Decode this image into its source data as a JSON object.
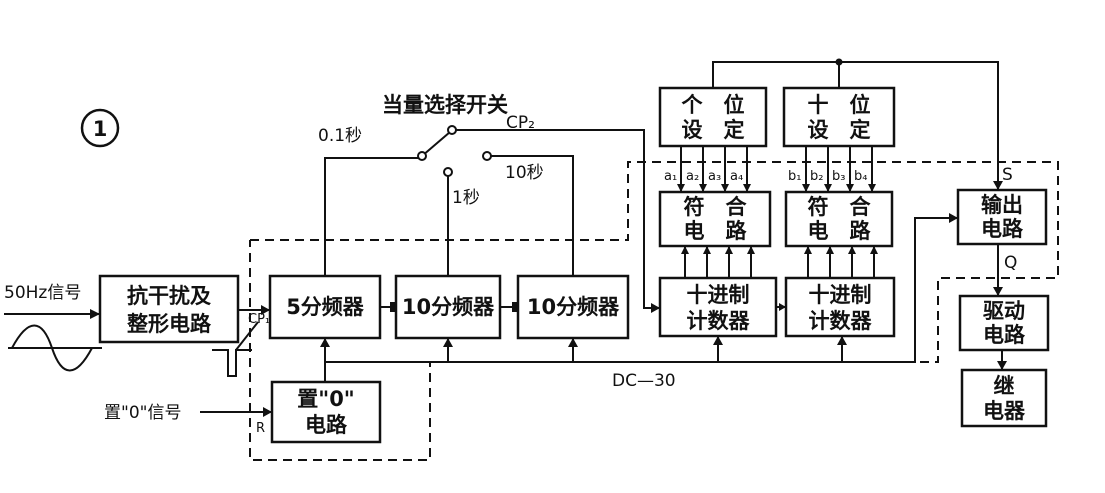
{
  "figure_number": "1",
  "input_signal": "50Hz信号",
  "reset_signal": "置\"0\"信号",
  "selector": {
    "title": "当量选择开关",
    "cp": "CP₂",
    "opt1": "0.1秒",
    "opt2": "1秒",
    "opt3": "10秒"
  },
  "blocks": {
    "shaping": [
      "抗干扰及",
      "整形电路"
    ],
    "div5": "5分频器",
    "div10a": "10分频器",
    "div10b": "10分频器",
    "reset": [
      "置\"0\"",
      "电路"
    ],
    "ones_set": [
      "个　位",
      "设　定"
    ],
    "tens_set": [
      "十　位",
      "设　定"
    ],
    "match1": [
      "符　合",
      "电　路"
    ],
    "match2": [
      "符　合",
      "电　路"
    ],
    "counter1": [
      "十进制",
      "计数器"
    ],
    "counter2": [
      "十进制",
      "计数器"
    ],
    "output": [
      "输出",
      "电路"
    ],
    "drive": [
      "驱动",
      "电路"
    ],
    "relay": [
      "继",
      "电器"
    ]
  },
  "labels": {
    "a": [
      "a₁",
      "a₂",
      "a₃",
      "a₄"
    ],
    "b": [
      "b₁",
      "b₂",
      "b₃",
      "b₄"
    ],
    "cp1": "CP₁",
    "r": "R",
    "s": "S",
    "q": "Q",
    "module": "DC—30"
  }
}
